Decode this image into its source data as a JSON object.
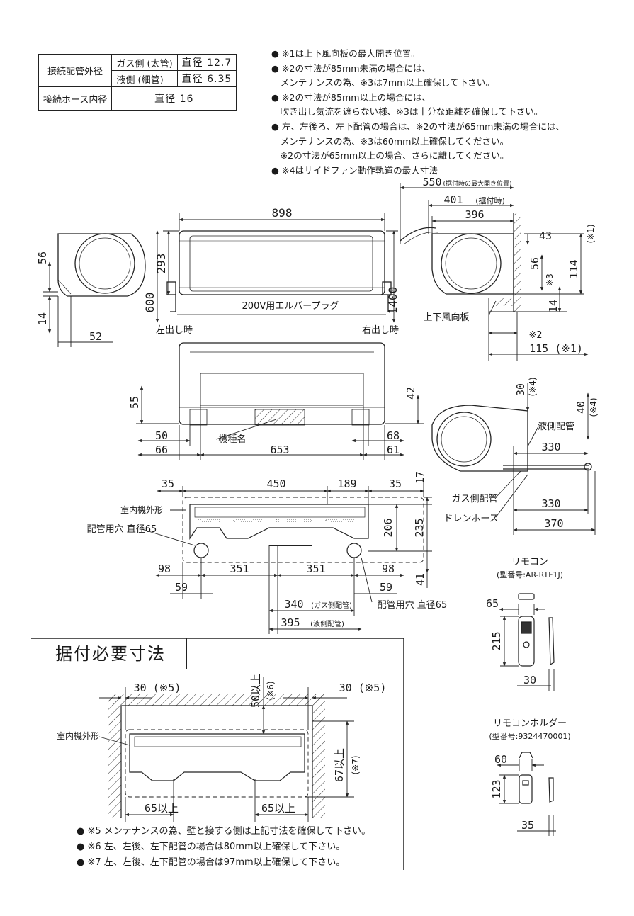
{
  "spec_table": {
    "row1_label": "接続配管外径",
    "gas_label": "ガス側 (太管)",
    "gas_value": "直径 12.7",
    "liquid_label": "液側 (細管)",
    "liquid_value": "直径 6.35",
    "row2_label": "接続ホース内径",
    "hose_value": "直径 16"
  },
  "notes_top": [
    "● ※1は上下風向板の最大開き位置。",
    "● ※2の寸法が85mm未満の場合には、",
    "　メンテナンスの為、※3は7mm以上確保して下さい。",
    "● ※2の寸法が85mm以上の場合には、",
    "　吹き出し気流を遮らない様、※3は十分な距離を確保して下さい。",
    "● 左、左後ろ、左下配管の場合は、※2の寸法が65mm未満の場合には、",
    "　メンテナンスの為、※3は60mm以上確保してください。",
    "　※2の寸法が65mm以上の場合、さらに離してください。",
    "● ※4はサイドファン動作軌道の最大寸法"
  ],
  "labels": {
    "dim_898": "898",
    "dim_293": "293",
    "dim_600": "600",
    "dim_1400": "1400",
    "dim_56": "56",
    "dim_14": "14",
    "dim_52": "52",
    "plug": "200V用エルバープラグ",
    "left_out": "左出し時",
    "right_out": "右出し時",
    "dim_550": "550",
    "dim_550_note": "(据付時の最大開き位置)",
    "dim_401": "401",
    "dim_401_note": "(据付時)",
    "dim_396": "396",
    "dim_43": "43",
    "dim_114": "114",
    "mark_1": "(※1)",
    "dim_56r": "56",
    "mark_3": "※3",
    "dim_14r": "14",
    "louver": "上下風向板",
    "mark_2": "※2",
    "dim_115": "115 (※1)",
    "dim_55": "55",
    "dim_42": "42",
    "model_name": "機種名",
    "dim_50": "50",
    "dim_66": "66",
    "dim_653": "653",
    "dim_68": "68",
    "dim_61": "61",
    "dim_30": "30",
    "mark_4a": "(※4)",
    "dim_40": "40",
    "mark_4b": "(※4)",
    "liquid_pipe": "液側配管",
    "dim_330a": "330",
    "gas_pipe": "ガス側配管",
    "drain_hose": "ドレンホース",
    "dim_330b": "330",
    "dim_370": "370",
    "dim_35a": "35",
    "dim_450": "450",
    "dim_189": "189",
    "dim_35b": "35",
    "dim_17": "17",
    "indoor_outline": "室内機外形",
    "pipe_hole": "配管用穴 直径65",
    "dim_206": "206",
    "dim_235": "235",
    "dim_98a": "98",
    "dim_351a": "351",
    "dim_351b": "351",
    "dim_98b": "98",
    "dim_41": "41",
    "dim_59a": "59",
    "dim_59b": "59",
    "dim_340": "340",
    "dim_340_note": "(ガス側配管)",
    "pipe_hole_r": "配管用穴 直径65",
    "dim_395": "395",
    "dim_395_note": "(液側配管)",
    "remote_title": "リモコン",
    "remote_model": "(型番号:AR-RTF1J)",
    "dim_65": "65",
    "dim_215": "215",
    "dim_30r": "30",
    "holder_title": "リモコンホルダー",
    "holder_model": "(型番号:9324470001)",
    "dim_60": "60",
    "dim_123": "123",
    "dim_35r": "35",
    "section_title": "据付必要寸法",
    "dim_30_5a": "30 (※5)",
    "dim_30_5b": "30 (※5)",
    "dim_50up": "50以上",
    "mark_6": "(※6)",
    "indoor_outline2": "室内機外形",
    "dim_67up": "67以上",
    "mark_7": "(※7)",
    "dim_65up_a": "65以上",
    "dim_65up_b": "65以上"
  },
  "notes_bottom": [
    "● ※5 メンテナンスの為、壁と接する側は上記寸法を確保して下さい。",
    "● ※6 左、左後、左下配管の場合は80mm以上確保して下さい。",
    "● ※7 左、左後、左下配管の場合は97mm以上確保して下さい。"
  ]
}
